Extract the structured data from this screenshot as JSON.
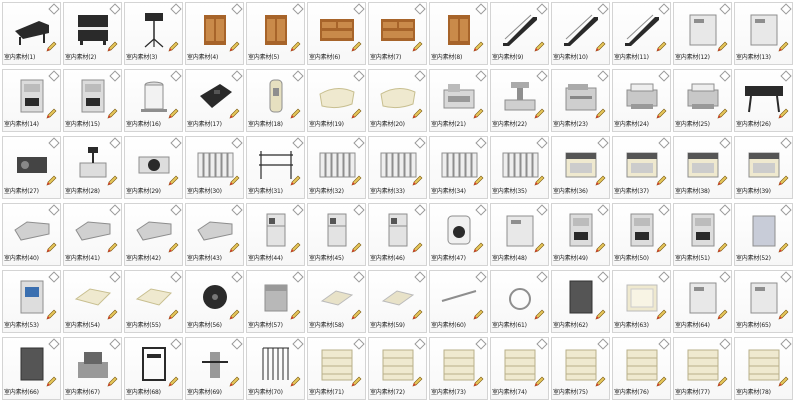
{
  "grid": {
    "caption_prefix": "室内素材",
    "items": [
      {
        "label": "室内素材(1)",
        "icon": "grand-piano"
      },
      {
        "label": "室内素材(2)",
        "icon": "upright-piano"
      },
      {
        "label": "室内素材(3)",
        "icon": "music-stand"
      },
      {
        "label": "室内素材(4)",
        "icon": "wood-cabinet"
      },
      {
        "label": "室内素材(5)",
        "icon": "wood-cabinet"
      },
      {
        "label": "室内素材(6)",
        "icon": "wood-dresser"
      },
      {
        "label": "室内素材(7)",
        "icon": "wood-dresser"
      },
      {
        "label": "室内素材(8)",
        "icon": "wood-cabinet"
      },
      {
        "label": "室内素材(9)",
        "icon": "escalator"
      },
      {
        "label": "室内素材(10)",
        "icon": "escalator"
      },
      {
        "label": "室内素材(11)",
        "icon": "escalator"
      },
      {
        "label": "室内素材(12)",
        "icon": "wall-panel"
      },
      {
        "label": "室内素材(13)",
        "icon": "wall-panel"
      },
      {
        "label": "室内素材(14)",
        "icon": "dispenser"
      },
      {
        "label": "室内素材(15)",
        "icon": "dispenser"
      },
      {
        "label": "室内素材(16)",
        "icon": "paper-roll"
      },
      {
        "label": "室内素材(17)",
        "icon": "phone"
      },
      {
        "label": "室内素材(18)",
        "icon": "wall-phone"
      },
      {
        "label": "室内素材(19)",
        "icon": "pillow"
      },
      {
        "label": "室内素材(20)",
        "icon": "pillow"
      },
      {
        "label": "室内素材(21)",
        "icon": "cash-register"
      },
      {
        "label": "室内素材(22)",
        "icon": "scale"
      },
      {
        "label": "室内素材(23)",
        "icon": "copier"
      },
      {
        "label": "室内素材(24)",
        "icon": "printer"
      },
      {
        "label": "室内素材(25)",
        "icon": "printer"
      },
      {
        "label": "室内素材(26)",
        "icon": "plotter"
      },
      {
        "label": "室内素材(27)",
        "icon": "projector"
      },
      {
        "label": "室内素材(28)",
        "icon": "overhead-projector"
      },
      {
        "label": "室内素材(29)",
        "icon": "stove"
      },
      {
        "label": "室内素材(30)",
        "icon": "radiator"
      },
      {
        "label": "室内素材(31)",
        "icon": "rack"
      },
      {
        "label": "室内素材(32)",
        "icon": "radiator"
      },
      {
        "label": "室内素材(33)",
        "icon": "radiator"
      },
      {
        "label": "室内素材(34)",
        "icon": "radiator"
      },
      {
        "label": "室内素材(35)",
        "icon": "radiator"
      },
      {
        "label": "室内素材(36)",
        "icon": "kitchen-range"
      },
      {
        "label": "室内素材(37)",
        "icon": "kitchen-range"
      },
      {
        "label": "室内素材(38)",
        "icon": "kitchen-range"
      },
      {
        "label": "室内素材(39)",
        "icon": "kitchen-range"
      },
      {
        "label": "室内素材(40)",
        "icon": "range-hood"
      },
      {
        "label": "室内素材(41)",
        "icon": "range-hood"
      },
      {
        "label": "室内素材(42)",
        "icon": "range-hood"
      },
      {
        "label": "室内素材(43)",
        "icon": "range-hood"
      },
      {
        "label": "室内素材(44)",
        "icon": "fridge"
      },
      {
        "label": "室内素材(45)",
        "icon": "fridge"
      },
      {
        "label": "室内素材(46)",
        "icon": "fridge"
      },
      {
        "label": "室内素材(47)",
        "icon": "hand-dryer"
      },
      {
        "label": "室内素材(48)",
        "icon": "wall-panel"
      },
      {
        "label": "室内素材(49)",
        "icon": "dispenser"
      },
      {
        "label": "室内素材(50)",
        "icon": "dispenser"
      },
      {
        "label": "室内素材(51)",
        "icon": "dispenser"
      },
      {
        "label": "室内素材(52)",
        "icon": "curtain"
      },
      {
        "label": "室内素材(53)",
        "icon": "water-heater"
      },
      {
        "label": "室内素材(54)",
        "icon": "tray"
      },
      {
        "label": "室内素材(55)",
        "icon": "tray"
      },
      {
        "label": "室内素材(56)",
        "icon": "toilet-paper"
      },
      {
        "label": "室内素材(57)",
        "icon": "bin"
      },
      {
        "label": "室内素材(58)",
        "icon": "holder"
      },
      {
        "label": "室内素材(59)",
        "icon": "holder"
      },
      {
        "label": "室内素材(60)",
        "icon": "towel-bar"
      },
      {
        "label": "室内素材(61)",
        "icon": "towel-ring"
      },
      {
        "label": "室内素材(62)",
        "icon": "panel-dark"
      },
      {
        "label": "室内素材(63)",
        "icon": "frame"
      },
      {
        "label": "室内素材(64)",
        "icon": "wall-panel"
      },
      {
        "label": "室内素材(65)",
        "icon": "wall-panel"
      },
      {
        "label": "室内素材(66)",
        "icon": "panel-dark"
      },
      {
        "label": "室内素材(67)",
        "icon": "machine"
      },
      {
        "label": "室内素材(68)",
        "icon": "gate"
      },
      {
        "label": "室内素材(69)",
        "icon": "turnstile"
      },
      {
        "label": "室内素材(70)",
        "icon": "cage"
      },
      {
        "label": "室内素材(71)",
        "icon": "drawers"
      },
      {
        "label": "室内素材(72)",
        "icon": "drawers"
      },
      {
        "label": "室内素材(73)",
        "icon": "drawers"
      },
      {
        "label": "室内素材(74)",
        "icon": "drawers"
      },
      {
        "label": "室内素材(75)",
        "icon": "drawers"
      },
      {
        "label": "室内素材(76)",
        "icon": "drawers"
      },
      {
        "label": "室内素材(77)",
        "icon": "drawers"
      },
      {
        "label": "室内素材(78)",
        "icon": "drawers"
      }
    ]
  },
  "colors": {
    "wood": "#a7642a",
    "dark": "#2a2a2a",
    "metal": "#8e8e8e",
    "cream": "#efe9cf",
    "pencil_tip": "#d63b2a",
    "pencil_body": "#e6c65a"
  }
}
